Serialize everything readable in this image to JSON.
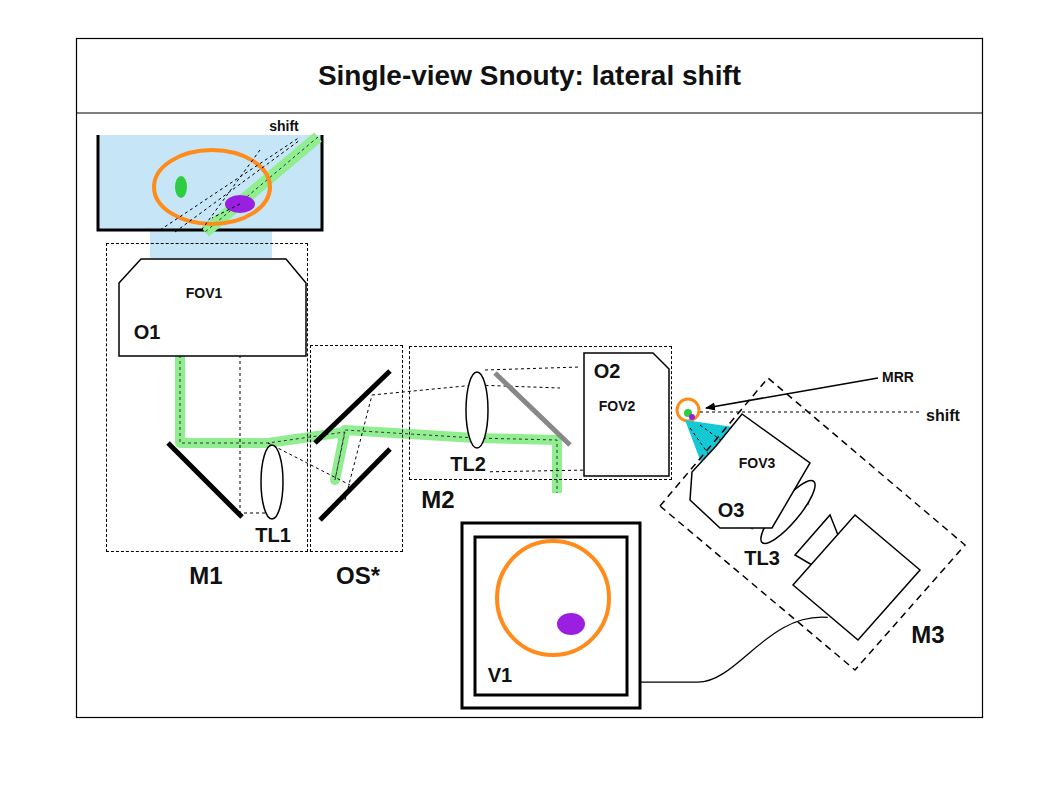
{
  "diagram": {
    "title": "Single-view Snouty: lateral shift",
    "nodes": [
      {
        "text": [
          "M1"
        ]
      },
      {
        "text": [
          "O1",
          "FOV1"
        ],
        "in": 0
      },
      {
        "text": [
          "OS*"
        ]
      },
      {
        "text": [
          "M2"
        ]
      },
      {
        "text": [
          "O2",
          "FOV2"
        ],
        "in": 3
      },
      {
        "text": [
          "M3"
        ]
      },
      {
        "text": [
          "O3",
          "FOV3"
        ],
        "in": 5
      },
      {
        "text": [
          "V1"
        ]
      }
    ],
    "edges": [
      {
        "from": 5,
        "to": 7,
        "arrow": "none"
      }
    ],
    "labels": [
      "shift",
      "TL1",
      "TL2",
      "TL3",
      "MRR",
      "shift"
    ]
  }
}
